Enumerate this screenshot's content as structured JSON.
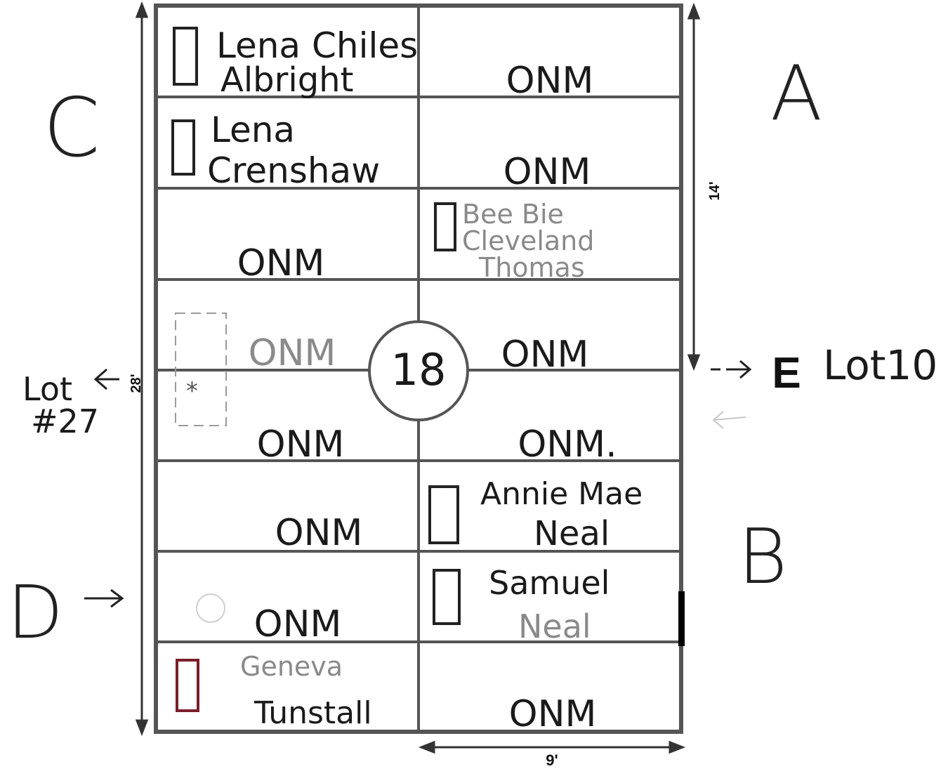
{
  "corner_labels": {
    "a": "A",
    "b": "B",
    "c": "C",
    "d": "D",
    "e": "E"
  },
  "adjacent": {
    "left_lot": "Lot",
    "left_lot_number": "#27",
    "right_lot": "Lot10"
  },
  "dimensions": {
    "height_total": "28'",
    "height_half": "14'",
    "width": "9'"
  },
  "lot_number": "18",
  "plots": {
    "r1_left": [
      "Lena Chiles",
      "Albright"
    ],
    "r1_right": [
      "ONM"
    ],
    "r2_left": [
      "Lena",
      "Crenshaw"
    ],
    "r2_right": [
      "ONM"
    ],
    "r3_left": [
      "ONM"
    ],
    "r3_right": [
      "Bee Bie",
      "Cleveland",
      "Thomas"
    ],
    "r4_left": [
      "ONM"
    ],
    "r4_right": [
      "ONM"
    ],
    "r5_left": [
      "ONM"
    ],
    "r5_right": [
      "ONM."
    ],
    "r6_left": [
      "ONM"
    ],
    "r6_right": [
      "Annie Mae",
      "Neal"
    ],
    "r7_left": [
      "ONM"
    ],
    "r7_right": [
      "Samuel",
      "Neal"
    ],
    "r8_left": [
      "Geneva",
      "Tunstall"
    ],
    "r8_right": [
      "ONM"
    ]
  },
  "colors": {
    "line": "#555555",
    "ink": "#1a1a1a",
    "faint": "#8a8a8a",
    "headstone_red": "#7a1f2b"
  }
}
